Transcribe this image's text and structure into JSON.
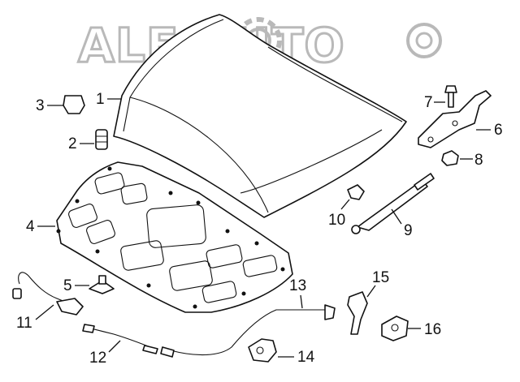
{
  "watermark": {
    "text": "ALE AUTO",
    "color": "#b9b9b9",
    "icon": "gear-icon"
  },
  "callouts": [
    {
      "id": "1",
      "part": "hood-panel"
    },
    {
      "id": "2",
      "part": "bumper-stop"
    },
    {
      "id": "3",
      "part": "rubber-bumper"
    },
    {
      "id": "4",
      "part": "hood-insulator-pad"
    },
    {
      "id": "5",
      "part": "insulator-clip"
    },
    {
      "id": "6",
      "part": "hood-hinge"
    },
    {
      "id": "7",
      "part": "hinge-bolt"
    },
    {
      "id": "8",
      "part": "hinge-nut"
    },
    {
      "id": "9",
      "part": "hood-lift-support"
    },
    {
      "id": "10",
      "part": "ball-stud"
    },
    {
      "id": "11",
      "part": "hood-switch-harness"
    },
    {
      "id": "12",
      "part": "release-cable"
    },
    {
      "id": "13",
      "part": "release-cable-rear"
    },
    {
      "id": "14",
      "part": "hood-latch"
    },
    {
      "id": "15",
      "part": "release-handle"
    },
    {
      "id": "16",
      "part": "safety-catch"
    }
  ],
  "colors": {
    "line": "#111111",
    "background": "#ffffff"
  }
}
